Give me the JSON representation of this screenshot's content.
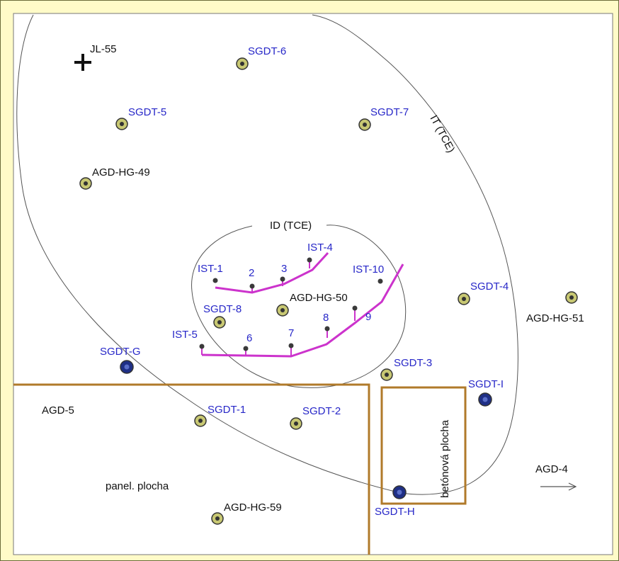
{
  "labels": {
    "jl55": "JL-55",
    "sgdt6": "SGDT-6",
    "sgdt5": "SGDT-5",
    "sgdt7": "SGDT-7",
    "agdhg49": "AGD-HG-49",
    "it_tce": "IT (TCE)",
    "id_tce": "ID (TCE)",
    "ist4": "IST-4",
    "ist1": "IST-1",
    "n2": "2",
    "n3": "3",
    "ist10": "IST-10",
    "sgdt4": "SGDT-4",
    "agdhg51": "AGD-HG-51",
    "sgdt8": "SGDT-8",
    "agdhg50": "AGD-HG-50",
    "n8": "8",
    "n9": "9",
    "ist5": "IST-5",
    "n6": "6",
    "n7": "7",
    "sgdtg": "SGDT-G",
    "sgdt3": "SGDT-3",
    "sgdti": "SGDT-I",
    "agd5": "AGD-5",
    "sgdt1": "SGDT-1",
    "sgdt2": "SGDT-2",
    "betonova": "betónová plocha",
    "agd4": "AGD-4",
    "panel": "panel. plocha",
    "agdhg59": "AGD-HG-59",
    "sgdth": "SGDT-H"
  },
  "colors": {
    "background": "#fffbc8",
    "map": "#ffffff",
    "well_label": "#2727c8",
    "text": "#111111",
    "drain": "#cc33cc",
    "boundary": "#b07a2a",
    "contour": "#555555",
    "well_fill": "#c8c873",
    "deep_well_fill": "#1f2f86"
  }
}
